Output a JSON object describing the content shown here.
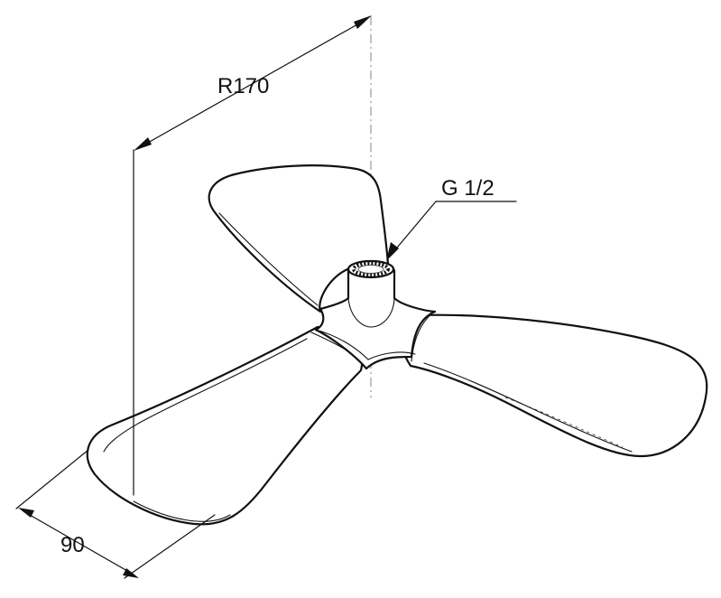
{
  "dimensions": {
    "radius_label": "R170",
    "thread_label": "G 1/2",
    "depth_label": "90"
  }
}
